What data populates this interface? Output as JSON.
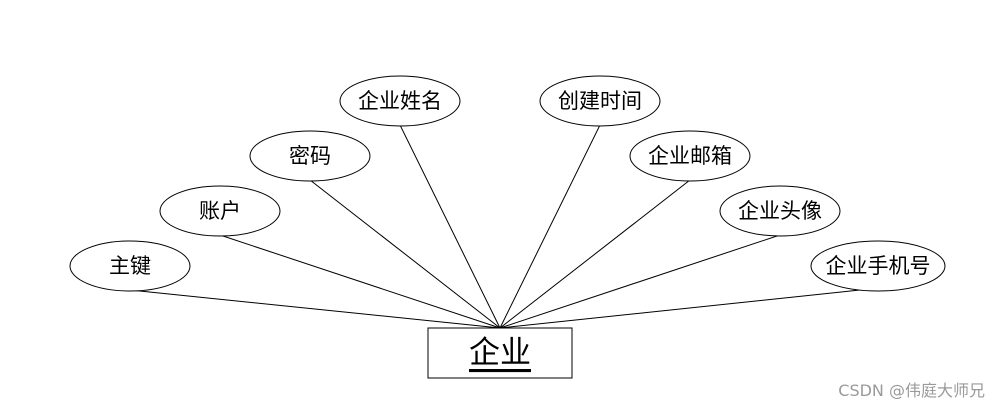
{
  "entity": {
    "label": "企业"
  },
  "attributes": [
    {
      "label": "主键"
    },
    {
      "label": "账户"
    },
    {
      "label": "密码"
    },
    {
      "label": "企业姓名"
    },
    {
      "label": "创建时间"
    },
    {
      "label": "企业邮箱"
    },
    {
      "label": "企业头像"
    },
    {
      "label": "企业手机号"
    }
  ],
  "watermark": "CSDN @伟庭大师兄"
}
